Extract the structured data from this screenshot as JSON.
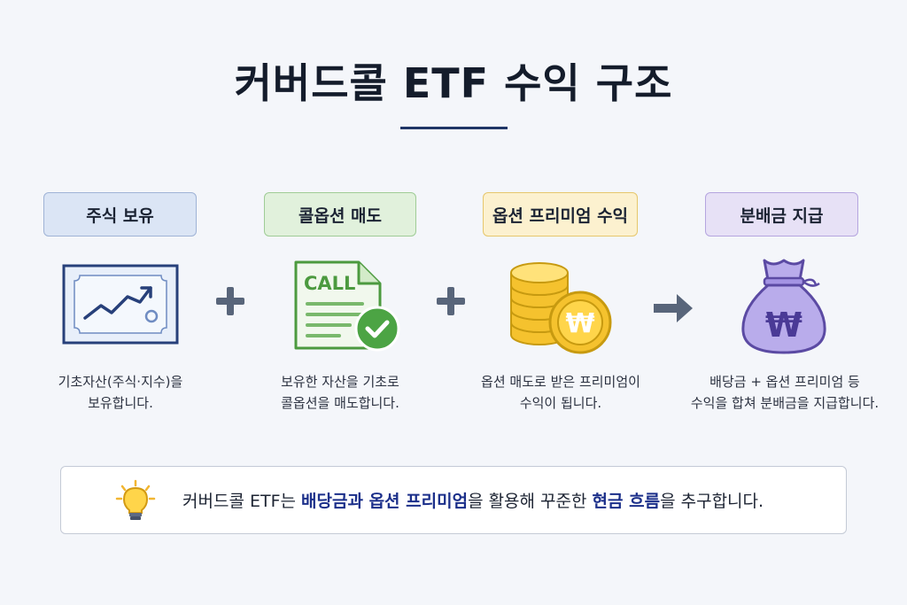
{
  "title": "커버드콜 ETF 수익 구조",
  "steps": [
    {
      "label": "주식 보유",
      "desc_line1": "기초자산(주식·지수)을",
      "desc_line2": "보유합니다.",
      "icon": "stock-chart-certificate-icon",
      "color": "#dbe5f5"
    },
    {
      "label": "콜옵션 매도",
      "desc_line1": "보유한 자산을 기초로",
      "desc_line2": "콜옵션을 매도합니다.",
      "icon": "call-document-check-icon",
      "color": "#e1f1dc",
      "icon_text": "CALL"
    },
    {
      "label": "옵션 프리미엄 수익",
      "desc_line1": "옵션 매도로 받은 프리미엄이",
      "desc_line2": "수익이 됩니다.",
      "icon": "won-coins-icon",
      "color": "#fcf1cf",
      "icon_text": "₩"
    },
    {
      "label": "분배금 지급",
      "desc_line1": "배당금 + 옵션 프리미엄 등",
      "desc_line2": "수익을 합쳐 분배금을 지급합니다.",
      "icon": "won-money-bag-icon",
      "color": "#e7e1f6",
      "icon_text": "₩"
    }
  ],
  "operators": [
    "+",
    "+",
    "→"
  ],
  "summary": {
    "icon": "lightbulb-icon",
    "part1": "커버드콜 ETF는 ",
    "highlight1": "배당금과 옵션 프리미엄",
    "part2": "을 활용해 꾸준한 ",
    "highlight2": "현금 흐름",
    "part3": "을 추구합니다."
  }
}
